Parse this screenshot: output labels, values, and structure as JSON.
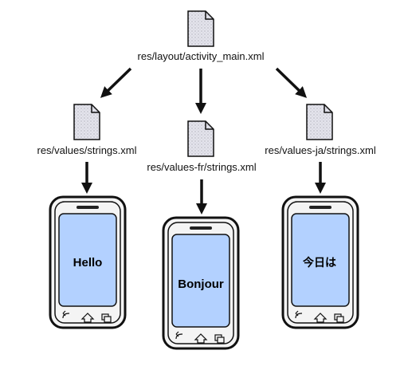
{
  "diagram": {
    "root_file": "res/layout/activity_main.xml",
    "branches": [
      {
        "file": "res/values/strings.xml",
        "screen_text": "Hello"
      },
      {
        "file": "res/values-fr/strings.xml",
        "screen_text": "Bonjour"
      },
      {
        "file": "res/values-ja/strings.xml",
        "screen_text": "今日は"
      }
    ]
  },
  "colors": {
    "screen_fill": "#b3d1ff",
    "phone_body": "#f4f4f4",
    "outline": "#111111",
    "doc_fill": "#e4e4ec"
  },
  "icons": [
    "document-icon",
    "arrow-icon",
    "phone-icon",
    "back-icon",
    "home-icon",
    "recents-icon"
  ]
}
